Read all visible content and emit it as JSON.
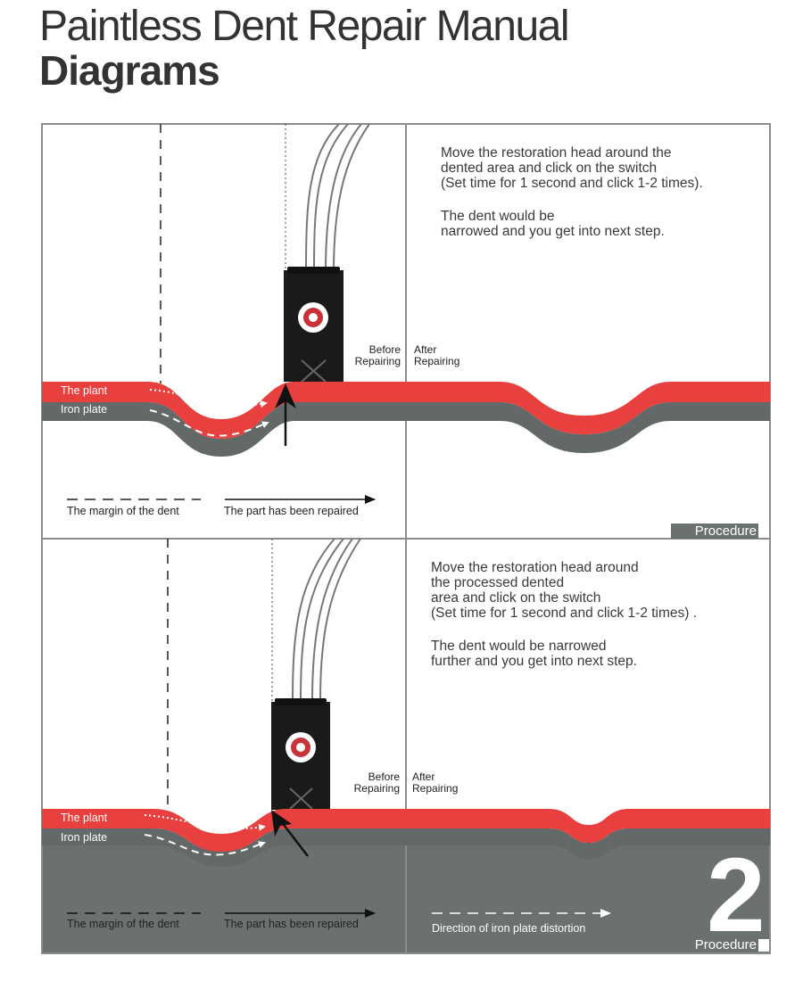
{
  "header": {
    "title": "Paintless Dent Repair Manual",
    "subtitle": "Diagrams"
  },
  "colors": {
    "plant": "#e8403e",
    "iron": "#636869",
    "panel_border": "#8a8d8e",
    "dark_bg": "#6b7071"
  },
  "panels": [
    {
      "instruction_1": "Move the restoration head around the\ndented area and click on the switch\n(Set time for 1 second and click 1-2 times).",
      "instruction_2": "The dent would be\nnarrowed and you get into next step.",
      "before_label": "Before\nRepairing",
      "after_label": "After\nRepairing",
      "plant_label": "The plant",
      "iron_label": "Iron plate",
      "legend_margin": "The margin of the dent",
      "legend_repaired": "The part has been repaired",
      "procedure_label": "Procedure"
    },
    {
      "instruction_1": "Move the restoration head around\nthe processed dented\narea and click on the switch\n(Set time for 1 second and click 1-2 times) .",
      "instruction_2": "The dent would be narrowed\nfurther and you get into next step.",
      "before_label": "Before\nRepairing",
      "after_label": "After\nRepairing",
      "plant_label": "The plant",
      "iron_label": "Iron plate",
      "legend_margin": "The margin of the dent",
      "legend_repaired": "The part has been repaired",
      "legend_direction": "Direction of iron plate distortion",
      "procedure_label": "Procedure",
      "procedure_number": "2"
    }
  ]
}
